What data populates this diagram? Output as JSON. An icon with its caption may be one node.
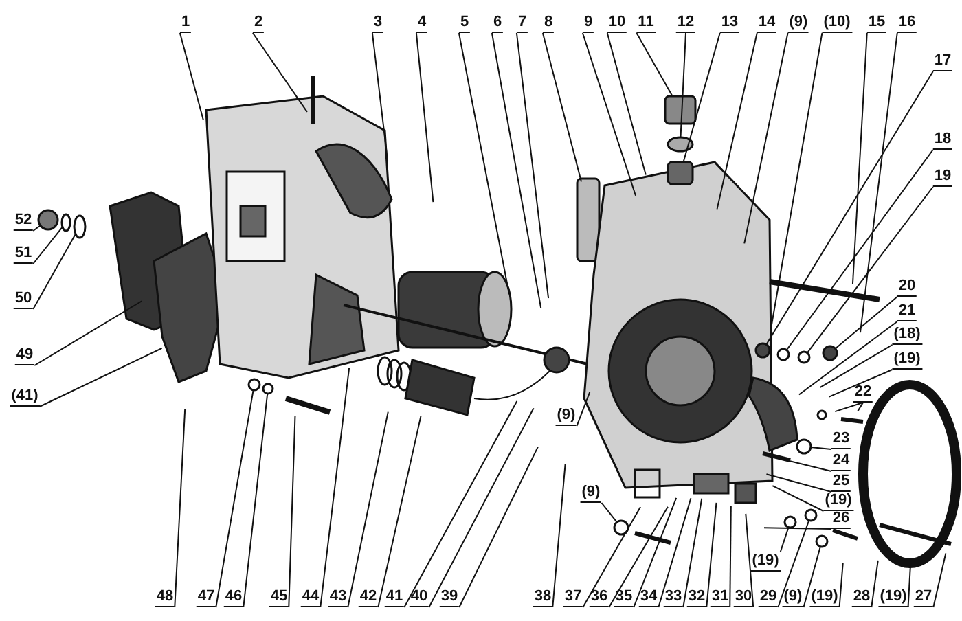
{
  "diagram": {
    "nodes": [
      {
        "text": [
          "1"
        ]
      },
      {
        "text": [
          "2"
        ]
      },
      {
        "text": [
          "3"
        ]
      },
      {
        "text": [
          "4"
        ]
      },
      {
        "text": [
          "5"
        ]
      },
      {
        "text": [
          "6"
        ]
      },
      {
        "text": [
          "7"
        ]
      },
      {
        "text": [
          "8"
        ]
      },
      {
        "text": [
          "9"
        ]
      },
      {
        "text": [
          "10"
        ]
      },
      {
        "text": [
          "11"
        ]
      },
      {
        "text": [
          "12"
        ]
      },
      {
        "text": [
          "13"
        ]
      },
      {
        "text": [
          "14"
        ]
      },
      {
        "text": [
          "(9)"
        ]
      },
      {
        "text": [
          "(10)"
        ]
      },
      {
        "text": [
          "15"
        ]
      },
      {
        "text": [
          "16"
        ]
      },
      {
        "text": [
          "17"
        ]
      },
      {
        "text": [
          "18"
        ]
      },
      {
        "text": [
          "19"
        ]
      },
      {
        "text": [
          "20"
        ]
      },
      {
        "text": [
          "21"
        ]
      },
      {
        "text": [
          "(18)"
        ]
      },
      {
        "text": [
          "(19)"
        ]
      },
      {
        "text": [
          "22"
        ]
      },
      {
        "text": [
          "23"
        ]
      },
      {
        "text": [
          "24"
        ]
      },
      {
        "text": [
          "25"
        ]
      },
      {
        "text": [
          "(19)"
        ]
      },
      {
        "text": [
          "26"
        ]
      },
      {
        "text": [
          "52"
        ]
      },
      {
        "text": [
          "51"
        ]
      },
      {
        "text": [
          "50"
        ]
      },
      {
        "text": [
          "49"
        ]
      },
      {
        "text": [
          "(41)"
        ]
      },
      {
        "text": [
          "(9)"
        ]
      },
      {
        "text": [
          "(9)"
        ]
      },
      {
        "text": [
          "(19)"
        ]
      },
      {
        "text": [
          "48"
        ]
      },
      {
        "text": [
          "47"
        ]
      },
      {
        "text": [
          "46"
        ]
      },
      {
        "text": [
          "45"
        ]
      },
      {
        "text": [
          "44"
        ]
      },
      {
        "text": [
          "43"
        ]
      },
      {
        "text": [
          "42"
        ]
      },
      {
        "text": [
          "41"
        ]
      },
      {
        "text": [
          "40"
        ]
      },
      {
        "text": [
          "39"
        ]
      },
      {
        "text": [
          "38"
        ]
      },
      {
        "text": [
          "37"
        ]
      },
      {
        "text": [
          "36"
        ]
      },
      {
        "text": [
          "35"
        ]
      },
      {
        "text": [
          "34"
        ]
      },
      {
        "text": [
          "33"
        ]
      },
      {
        "text": [
          "32"
        ]
      },
      {
        "text": [
          "31"
        ]
      },
      {
        "text": [
          "30"
        ]
      },
      {
        "text": [
          "29"
        ]
      },
      {
        "text": [
          "(9)"
        ]
      },
      {
        "text": [
          "(19)"
        ]
      },
      {
        "text": [
          "28"
        ]
      },
      {
        "text": [
          "(19)"
        ]
      },
      {
        "text": [
          "27"
        ]
      },
      {
        "text": [],
        "shape": "cylinder"
      },
      {
        "text": [],
        "shape": "circle"
      },
      {
        "text": [],
        "shape": "cylinder"
      },
      {
        "text": [],
        "shape": "circle"
      },
      {
        "text": [],
        "shape": "circle"
      },
      {
        "text": [],
        "shape": "circle"
      },
      {
        "text": [],
        "shape": "circle"
      },
      {
        "text": [],
        "shape": "circle"
      },
      {
        "text": [],
        "shape": "circle"
      },
      {
        "text": [],
        "shape": "circle"
      },
      {
        "text": [],
        "shape": "circle"
      },
      {
        "text": [],
        "shape": "circle"
      },
      {
        "text": [],
        "shape": "circle"
      },
      {
        "text": [],
        "shape": "circle"
      },
      {
        "text": [],
        "shape": "circle"
      },
      {
        "text": [],
        "shape": "circle"
      },
      {
        "text": [],
        "shape": "circle"
      }
    ],
    "edges": [
      {
        "from": 0,
        "to": null,
        "arrow": "none"
      },
      {
        "from": 1,
        "to": null,
        "arrow": "none"
      },
      {
        "from": 2,
        "to": null,
        "arrow": "none"
      },
      {
        "from": 3,
        "to": null,
        "arrow": "none"
      },
      {
        "from": 4,
        "to": null,
        "arrow": "none"
      },
      {
        "from": 5,
        "to": null,
        "arrow": "none"
      },
      {
        "from": 6,
        "to": null,
        "arrow": "none"
      },
      {
        "from": 7,
        "to": null,
        "arrow": "none"
      },
      {
        "from": 8,
        "to": null,
        "arrow": "none"
      },
      {
        "from": 9,
        "to": null,
        "arrow": "none"
      },
      {
        "from": 10,
        "to": 64,
        "arrow": "none"
      },
      {
        "from": 11,
        "to": 65,
        "arrow": "none"
      },
      {
        "from": 12,
        "to": 66,
        "arrow": "none"
      },
      {
        "from": 13,
        "to": null,
        "arrow": "none"
      },
      {
        "from": 14,
        "to": null,
        "arrow": "none"
      },
      {
        "from": 15,
        "to": null,
        "arrow": "none"
      },
      {
        "from": 16,
        "to": null,
        "arrow": "none"
      },
      {
        "from": 17,
        "to": null,
        "arrow": "none"
      },
      {
        "from": 18,
        "to": 79,
        "arrow": "none"
      },
      {
        "from": 19,
        "to": 78,
        "arrow": "none"
      },
      {
        "from": 20,
        "to": 77,
        "arrow": "none"
      },
      {
        "from": 21,
        "to": 67,
        "arrow": "none"
      },
      {
        "from": 22,
        "to": null,
        "arrow": "none"
      },
      {
        "from": 23,
        "to": null,
        "arrow": "none"
      },
      {
        "from": 24,
        "to": null,
        "arrow": "none"
      },
      {
        "from": 25,
        "to": null,
        "arrow": "none"
      },
      {
        "from": 25,
        "to": null,
        "arrow": "none"
      },
      {
        "from": 26,
        "to": 68,
        "arrow": "none"
      },
      {
        "from": 27,
        "to": null,
        "arrow": "none"
      },
      {
        "from": 28,
        "to": null,
        "arrow": "none"
      },
      {
        "from": 29,
        "to": null,
        "arrow": "none"
      },
      {
        "from": 30,
        "to": null,
        "arrow": "none"
      },
      {
        "from": 31,
        "to": 69,
        "arrow": "none"
      },
      {
        "from": 32,
        "to": 70,
        "arrow": "none"
      },
      {
        "from": 33,
        "to": 71,
        "arrow": "none"
      },
      {
        "from": 34,
        "to": null,
        "arrow": "none"
      },
      {
        "from": 35,
        "to": null,
        "arrow": "none"
      },
      {
        "from": 36,
        "to": null,
        "arrow": "none"
      },
      {
        "from": 37,
        "to": 74,
        "arrow": "none"
      },
      {
        "from": 38,
        "to": 75,
        "arrow": "none"
      },
      {
        "from": 39,
        "to": null,
        "arrow": "none"
      },
      {
        "from": 40,
        "to": 72,
        "arrow": "none"
      },
      {
        "from": 41,
        "to": 73,
        "arrow": "none"
      },
      {
        "from": 42,
        "to": null,
        "arrow": "none"
      },
      {
        "from": 43,
        "to": null,
        "arrow": "none"
      },
      {
        "from": 44,
        "to": null,
        "arrow": "none"
      },
      {
        "from": 45,
        "to": null,
        "arrow": "none"
      },
      {
        "from": 46,
        "to": null,
        "arrow": "none"
      },
      {
        "from": 47,
        "to": null,
        "arrow": "none"
      },
      {
        "from": 48,
        "to": null,
        "arrow": "none"
      },
      {
        "from": 49,
        "to": null,
        "arrow": "none"
      },
      {
        "from": 50,
        "to": null,
        "arrow": "none"
      },
      {
        "from": 51,
        "to": null,
        "arrow": "none"
      },
      {
        "from": 52,
        "to": null,
        "arrow": "none"
      },
      {
        "from": 53,
        "to": null,
        "arrow": "none"
      },
      {
        "from": 54,
        "to": null,
        "arrow": "none"
      },
      {
        "from": 55,
        "to": null,
        "arrow": "none"
      },
      {
        "from": 56,
        "to": null,
        "arrow": "none"
      },
      {
        "from": 57,
        "to": null,
        "arrow": "none"
      },
      {
        "from": 58,
        "to": 76,
        "arrow": "none"
      },
      {
        "from": 59,
        "to": 80,
        "arrow": "none"
      },
      {
        "from": 60,
        "to": null,
        "arrow": "none"
      },
      {
        "from": 61,
        "to": null,
        "arrow": "none"
      },
      {
        "from": 62,
        "to": null,
        "arrow": "none"
      },
      {
        "from": 63,
        "to": null,
        "arrow": "none"
      }
    ]
  }
}
